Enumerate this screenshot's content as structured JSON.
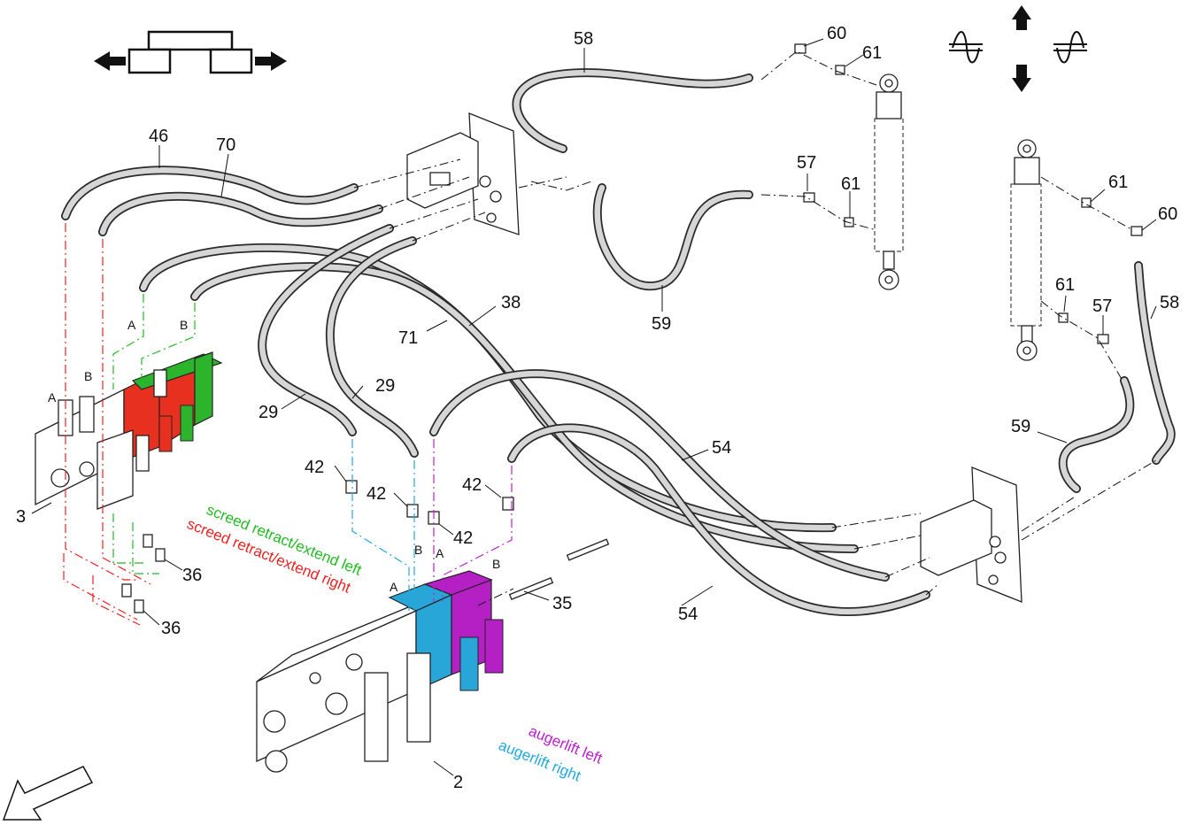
{
  "colors": {
    "screed_left": "#22bb22",
    "screed_right": "#ee2222",
    "augerlift_left": "#bb22cc",
    "augerlift_right": "#22aadd",
    "hose_outline": "#2a2a2a",
    "hose_fill": "#d6d6d6"
  },
  "labels": {
    "screed_left": "screed retract/extend left",
    "screed_right": "screed retract/extend right",
    "augerlift_left": "augerlift left",
    "augerlift_right": "augerlift right"
  },
  "callouts": {
    "c58_top": "58",
    "c60_top": "60",
    "c61_top": "61",
    "c46": "46",
    "c70": "70",
    "c57_left": "57",
    "c61_mid_left": "61",
    "c61_right_top": "61",
    "c60_right": "60",
    "c61_right_mid": "61",
    "c57_right": "57",
    "c58_right": "58",
    "c59_mid": "59",
    "c38": "38",
    "c71": "71",
    "c29_a": "29",
    "c29_b": "29",
    "c59_right": "59",
    "c54_top": "54",
    "c54_bottom": "54",
    "c42_a": "42",
    "c42_b": "42",
    "c42_c": "42",
    "c42_d": "42",
    "c3": "3",
    "c36_a": "36",
    "c36_b": "36",
    "c35": "35",
    "c2": "2"
  },
  "ports": {
    "pA_top": "A",
    "pB_top": "B",
    "pA_left": "A",
    "pB_left": "B",
    "pB_mid": "B",
    "pA_mid": "A",
    "pB_mid2": "B",
    "pA_block": "A"
  },
  "icons": {
    "screed_width_symbol": "screed-width-arrows-icon",
    "auger_height_symbol": "auger-height-arrows-icon",
    "orientation_arrow": "orientation-arrow-icon"
  }
}
